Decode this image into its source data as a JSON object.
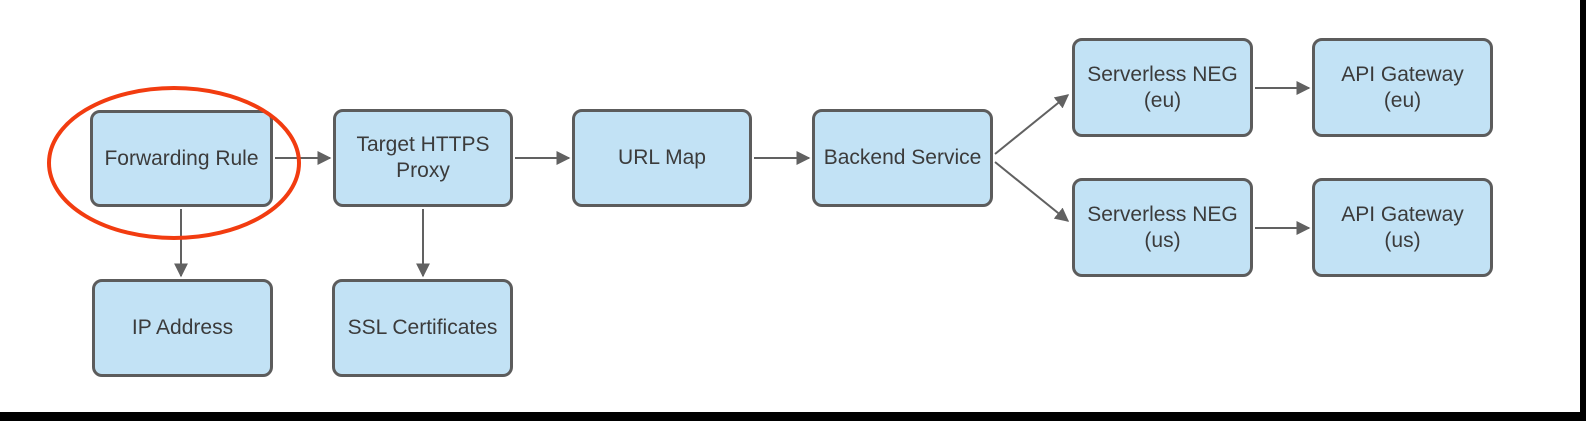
{
  "diagram": {
    "description": "HTTPS load balancer architecture flow diagram",
    "nodes": [
      {
        "id": "forwarding-rule",
        "label": "Forwarding Rule"
      },
      {
        "id": "target-https-proxy",
        "label": "Target HTTPS\nProxy"
      },
      {
        "id": "url-map",
        "label": "URL Map"
      },
      {
        "id": "backend-service",
        "label": "Backend Service"
      },
      {
        "id": "serverless-neg-eu",
        "label": "Serverless NEG\n(eu)"
      },
      {
        "id": "api-gateway-eu",
        "label": "API Gateway\n(eu)"
      },
      {
        "id": "serverless-neg-us",
        "label": "Serverless NEG\n(us)"
      },
      {
        "id": "api-gateway-us",
        "label": "API Gateway\n(us)"
      },
      {
        "id": "ip-address",
        "label": "IP Address"
      },
      {
        "id": "ssl-certificates",
        "label": "SSL Certificates"
      }
    ],
    "edges": [
      {
        "from": "Forwarding Rule",
        "to": "Target HTTPS Proxy"
      },
      {
        "from": "Target HTTPS Proxy",
        "to": "URL Map"
      },
      {
        "from": "URL Map",
        "to": "Backend Service"
      },
      {
        "from": "Backend Service",
        "to": "Serverless NEG (eu)"
      },
      {
        "from": "Backend Service",
        "to": "Serverless NEG (us)"
      },
      {
        "from": "Serverless NEG (eu)",
        "to": "API Gateway (eu)"
      },
      {
        "from": "Serverless NEG (us)",
        "to": "API Gateway (us)"
      },
      {
        "from": "Forwarding Rule",
        "to": "IP Address"
      },
      {
        "from": "Target HTTPS Proxy",
        "to": "SSL Certificates"
      }
    ],
    "annotation": {
      "shape": "ellipse",
      "around": "Forwarding Rule",
      "color": "#f23c10"
    },
    "colors": {
      "node_fill": "#c2e2f5",
      "node_border": "#5c5c5c",
      "node_text": "#3b3b3b",
      "arrow": "#616161",
      "highlight": "#f23c10",
      "edge_black": "#000000"
    }
  }
}
